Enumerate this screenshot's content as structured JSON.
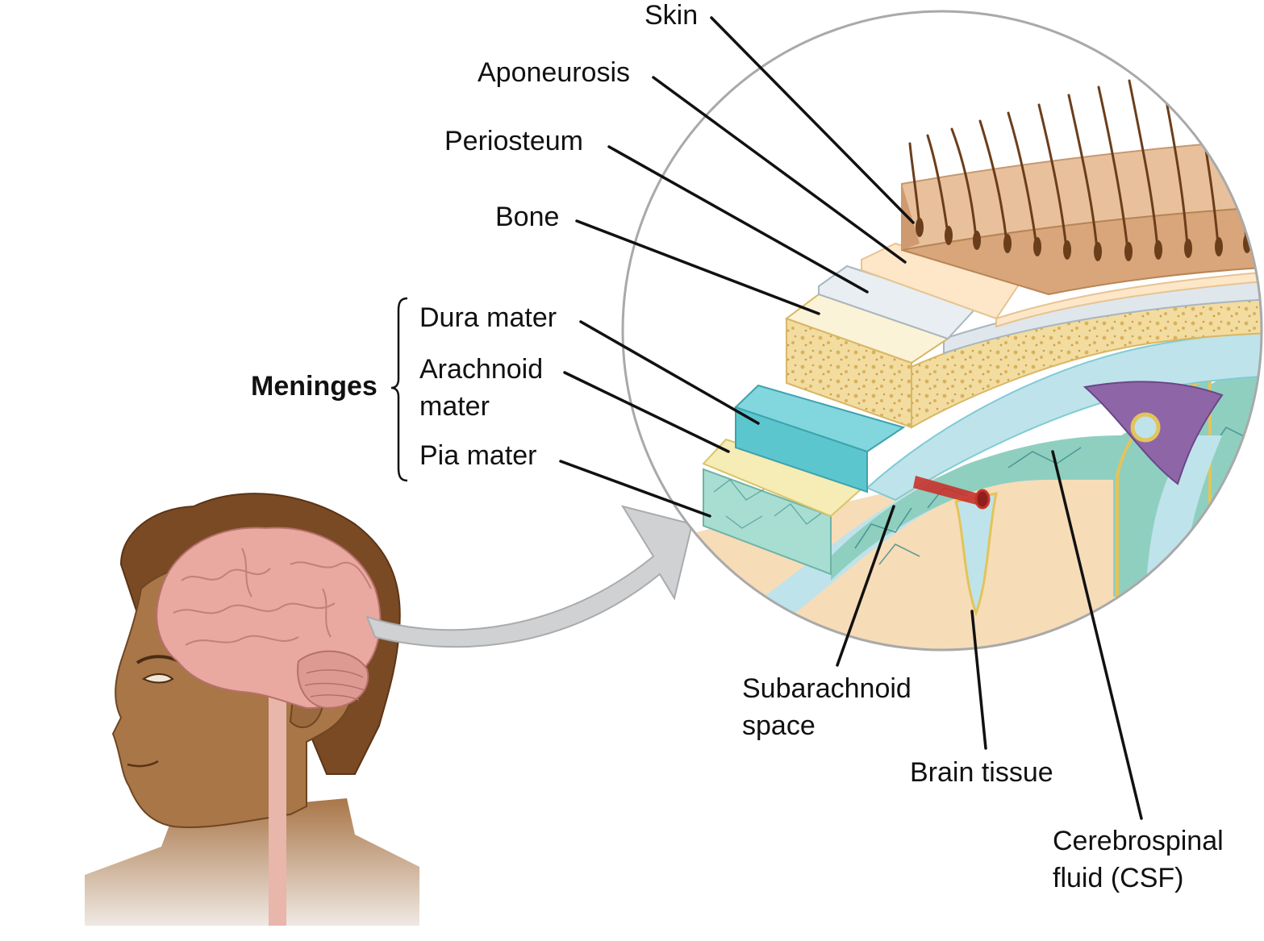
{
  "labels": {
    "skin": "Skin",
    "aponeurosis": "Aponeurosis",
    "periosteum": "Periosteum",
    "bone": "Bone",
    "meninges": "Meninges",
    "dura_mater": "Dura mater",
    "arachnoid_mater_line1": "Arachnoid",
    "arachnoid_mater_line2": "mater",
    "pia_mater": "Pia mater",
    "subarachnoid_line1": "Subarachnoid",
    "subarachnoid_line2": "space",
    "brain_tissue": "Brain tissue",
    "csf_line1": "Cerebrospinal",
    "csf_line2": "fluid (CSF)"
  },
  "colors": {
    "skin_tan": "#d9a57a",
    "hair_brown": "#7a4a25",
    "face_brown": "#a97648",
    "bone_yellow": "#f7e7b2",
    "dura_cyan": "#5cc6cf",
    "csf_blue": "#bfe3ea",
    "pia_teal": "#7ec3b5",
    "brain_peach": "#f7dcb8",
    "brain_pink": "#e9a8a0",
    "vessel_red": "#c8322c",
    "sinus_purple": "#8e66a8",
    "arrow_gray": "#cfd1d3",
    "circle_gray": "#a9a9a9"
  }
}
